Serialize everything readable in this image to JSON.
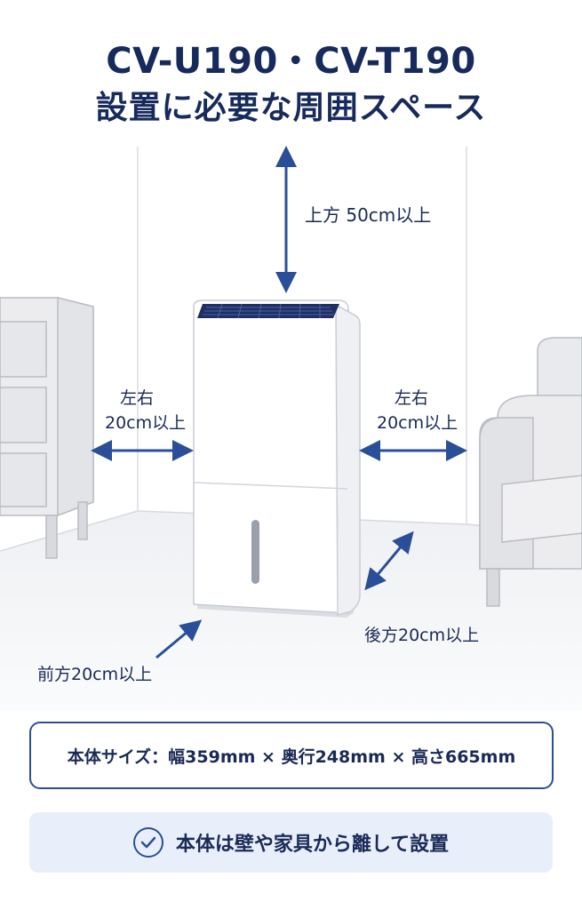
{
  "title": {
    "models": "CV-U190・CV-T190",
    "subtitle": "設置に必要な周囲スペース"
  },
  "clearances": {
    "top": "上方 50cm以上",
    "left_line1": "左右",
    "left_line2": "20cm以上",
    "right_line1": "左右",
    "right_line2": "20cm以上",
    "back": "後方20cm以上",
    "front": "前方20cm以上"
  },
  "size_info": "本体サイズ：幅359mm × 奥行248mm × 高さ665mm",
  "note": "本体は壁や家具から離して設置",
  "colors": {
    "accent": "#2a4f98",
    "title": "#172a5c",
    "note_bg": "#e8effa"
  }
}
